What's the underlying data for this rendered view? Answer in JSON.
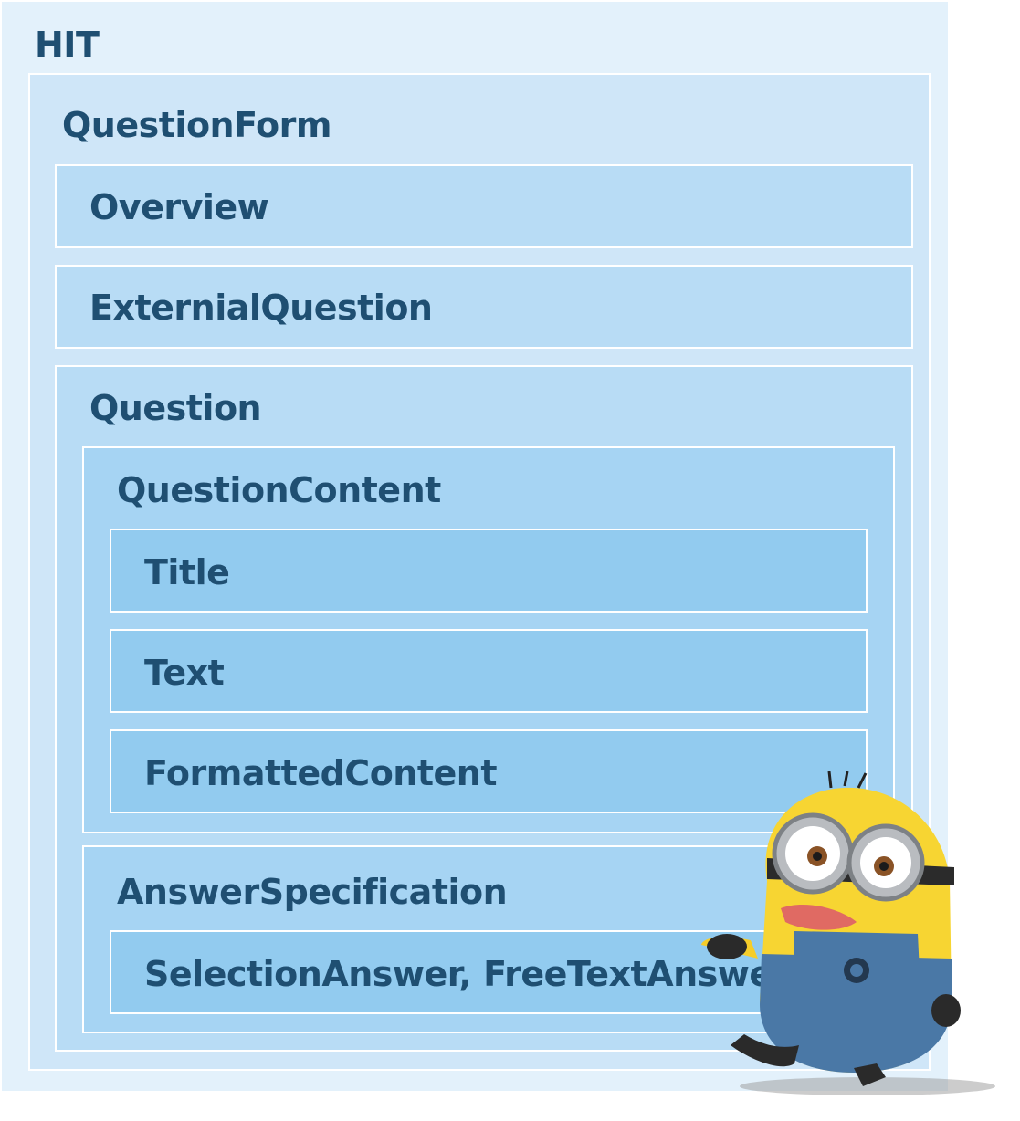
{
  "hit": {
    "label": "HIT"
  },
  "question_form": {
    "label": "QuestionForm",
    "overview": "Overview",
    "external_question": "ExternialQuestion",
    "question": {
      "label": "Question",
      "question_content": {
        "label": "QuestionContent",
        "title": "Title",
        "text": "Text",
        "formatted_content": "FormattedContent"
      },
      "answer_specification": {
        "label": "AnswerSpecification",
        "answers": "SelectionAnswer, FreeTextAnswer"
      }
    }
  },
  "colors": {
    "text": "#1f4f72",
    "level1": "#e3f1fb",
    "level2": "#cfe6f8",
    "level3": "#b8dcf5",
    "level4": "#a6d4f3",
    "level5": "#92cbef"
  },
  "icons": {
    "mascot": "minion-illustration"
  }
}
